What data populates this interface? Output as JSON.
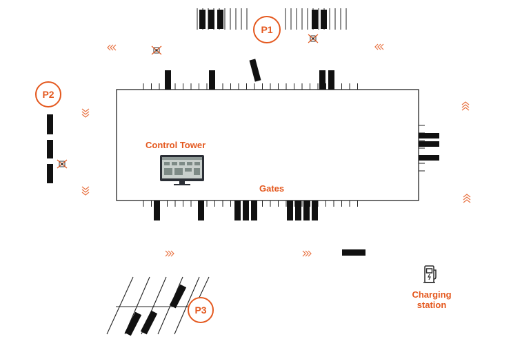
{
  "labels": {
    "control_tower": "Control Tower",
    "gates": "Gates",
    "charging_station": "Charging station"
  },
  "parking": {
    "p1": "P1",
    "p2": "P2",
    "p3": "P3"
  },
  "colors": {
    "accent": "#e4581e",
    "vehicle": "#111111",
    "line": "#222222"
  },
  "icons": [
    "monitor-icon",
    "charging-station-icon",
    "robot-icon",
    "chevron-arrows-icon"
  ]
}
